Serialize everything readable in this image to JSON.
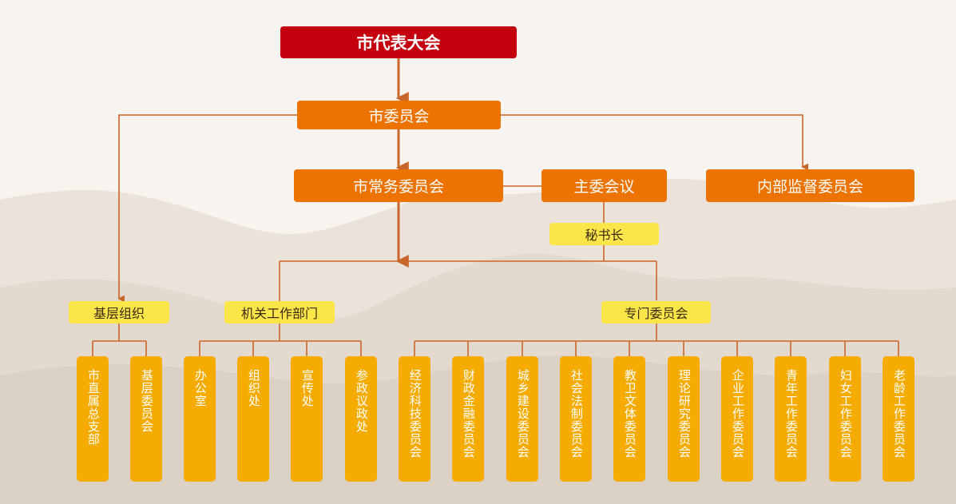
{
  "org_chart": {
    "top": "市代表大会",
    "committee": "市委员会",
    "standing_committee": "市常务委员会",
    "chair_meeting": "主委会议",
    "supervision_committee": "内部监督委员会",
    "secretary_general": "秘书长",
    "groups": {
      "grassroots": "基层组织",
      "offices": "机关工作部门",
      "special": "专门委员会"
    },
    "grassroots_units": [
      "市直属总支部",
      "基层委员会"
    ],
    "office_units": [
      "办公室",
      "组织处",
      "宣传处",
      "参政议政处"
    ],
    "special_units": [
      "经济科技委员会",
      "财政金融委员会",
      "城乡建设委员会",
      "社会法制委员会",
      "教卫文体委员会",
      "理论研究委员会",
      "企业工作委员会",
      "青年工作委员会",
      "妇女工作委员会",
      "老龄工作委员会"
    ]
  },
  "colors": {
    "top_red": "#c4000e",
    "orange": "#ec7300",
    "yellow": "#fbe64a",
    "leaf_orange": "#f6ab00",
    "line": "#c9662a"
  }
}
